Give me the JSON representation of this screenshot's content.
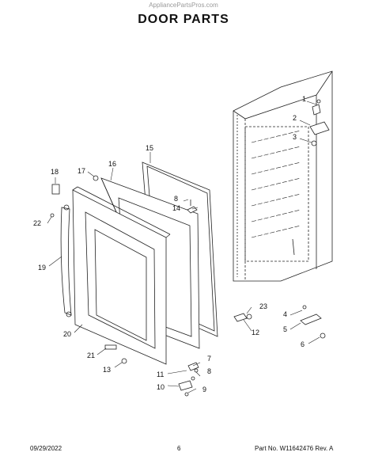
{
  "watermark": "AppliancePartsPros.com",
  "title": "DOOR PARTS",
  "callouts": [
    "1",
    "2",
    "3",
    "4",
    "5",
    "6",
    "7",
    "8",
    "9",
    "10",
    "11",
    "12",
    "13",
    "14",
    "15",
    "16",
    "17",
    "18",
    "19",
    "20",
    "21",
    "22",
    "23",
    "8"
  ],
  "footer": {
    "date": "09/29/2022",
    "page": "6",
    "part_rev": "Part No. W11642476  Rev. A"
  }
}
